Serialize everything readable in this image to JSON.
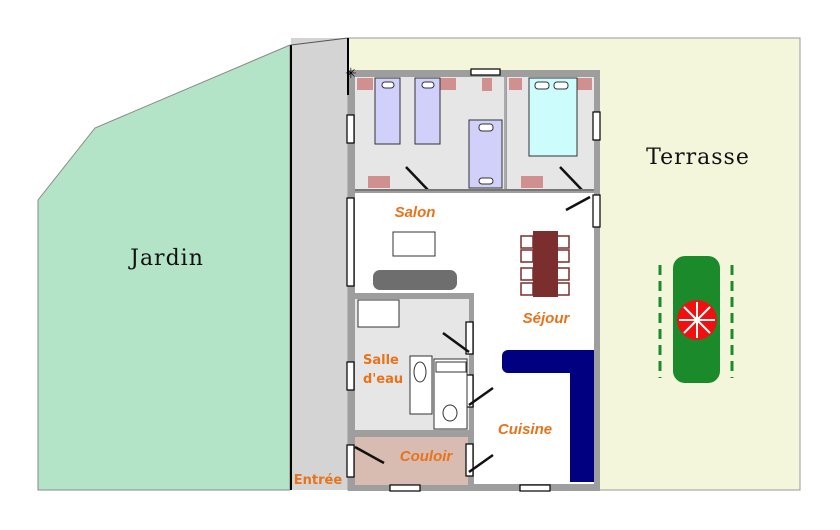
{
  "title": "Plan du logement",
  "areas": {
    "garden": "Jardin",
    "terrace": "Terrasse",
    "living": "Salon",
    "dining": "Séjour",
    "bathroom_line1": "Salle",
    "bathroom_line2": "d'eau",
    "kitchen": "Cuisine",
    "hallway": "Couloir",
    "entrance": "Entrée"
  },
  "colors": {
    "garden": "#b4e4c8",
    "terrace": "#f4f6dc",
    "label": "#e8731a",
    "kitchen": "#000080",
    "table": "#7b2e2e",
    "plant": "#1a8a2a"
  }
}
